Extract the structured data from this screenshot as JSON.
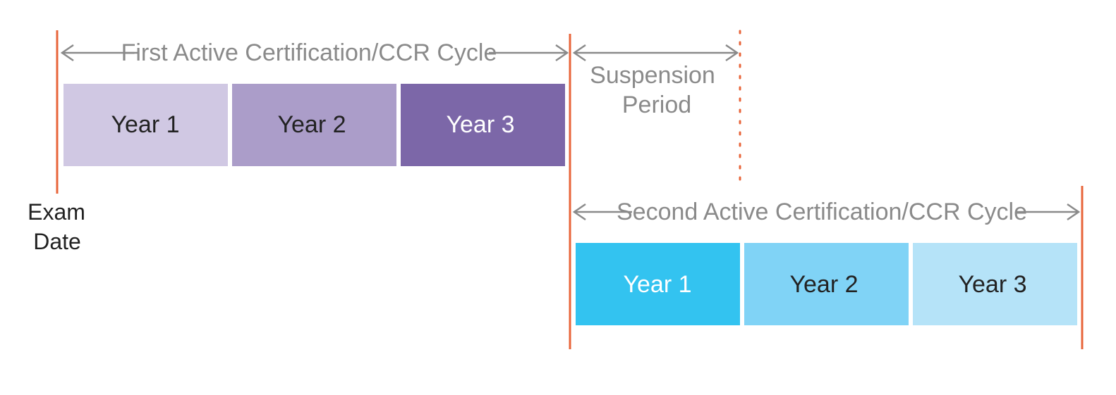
{
  "first_cycle": {
    "label": "First Active Certification/CCR Cycle",
    "years": [
      {
        "label": "Year 1",
        "color": "#d0c8e3",
        "text_color": "#222222"
      },
      {
        "label": "Year 2",
        "color": "#ab9dc9",
        "text_color": "#222222"
      },
      {
        "label": "Year 3",
        "color": "#7c67a8",
        "text_color": "#ffffff"
      }
    ]
  },
  "suspension": {
    "line1": "Suspension",
    "line2": "Period"
  },
  "second_cycle": {
    "label": "Second Active Certification/CCR Cycle",
    "years": [
      {
        "label": "Year 1",
        "color": "#33c3f0",
        "text_color": "#ffffff"
      },
      {
        "label": "Year 2",
        "color": "#80d3f6",
        "text_color": "#222222"
      },
      {
        "label": "Year 3",
        "color": "#b5e3f8",
        "text_color": "#222222"
      }
    ]
  },
  "exam_date": {
    "line1": "Exam",
    "line2": "Date"
  },
  "colors": {
    "marker_line": "#e8653a",
    "arrow": "#8a8a8a",
    "label_text": "#8a8a8a"
  }
}
